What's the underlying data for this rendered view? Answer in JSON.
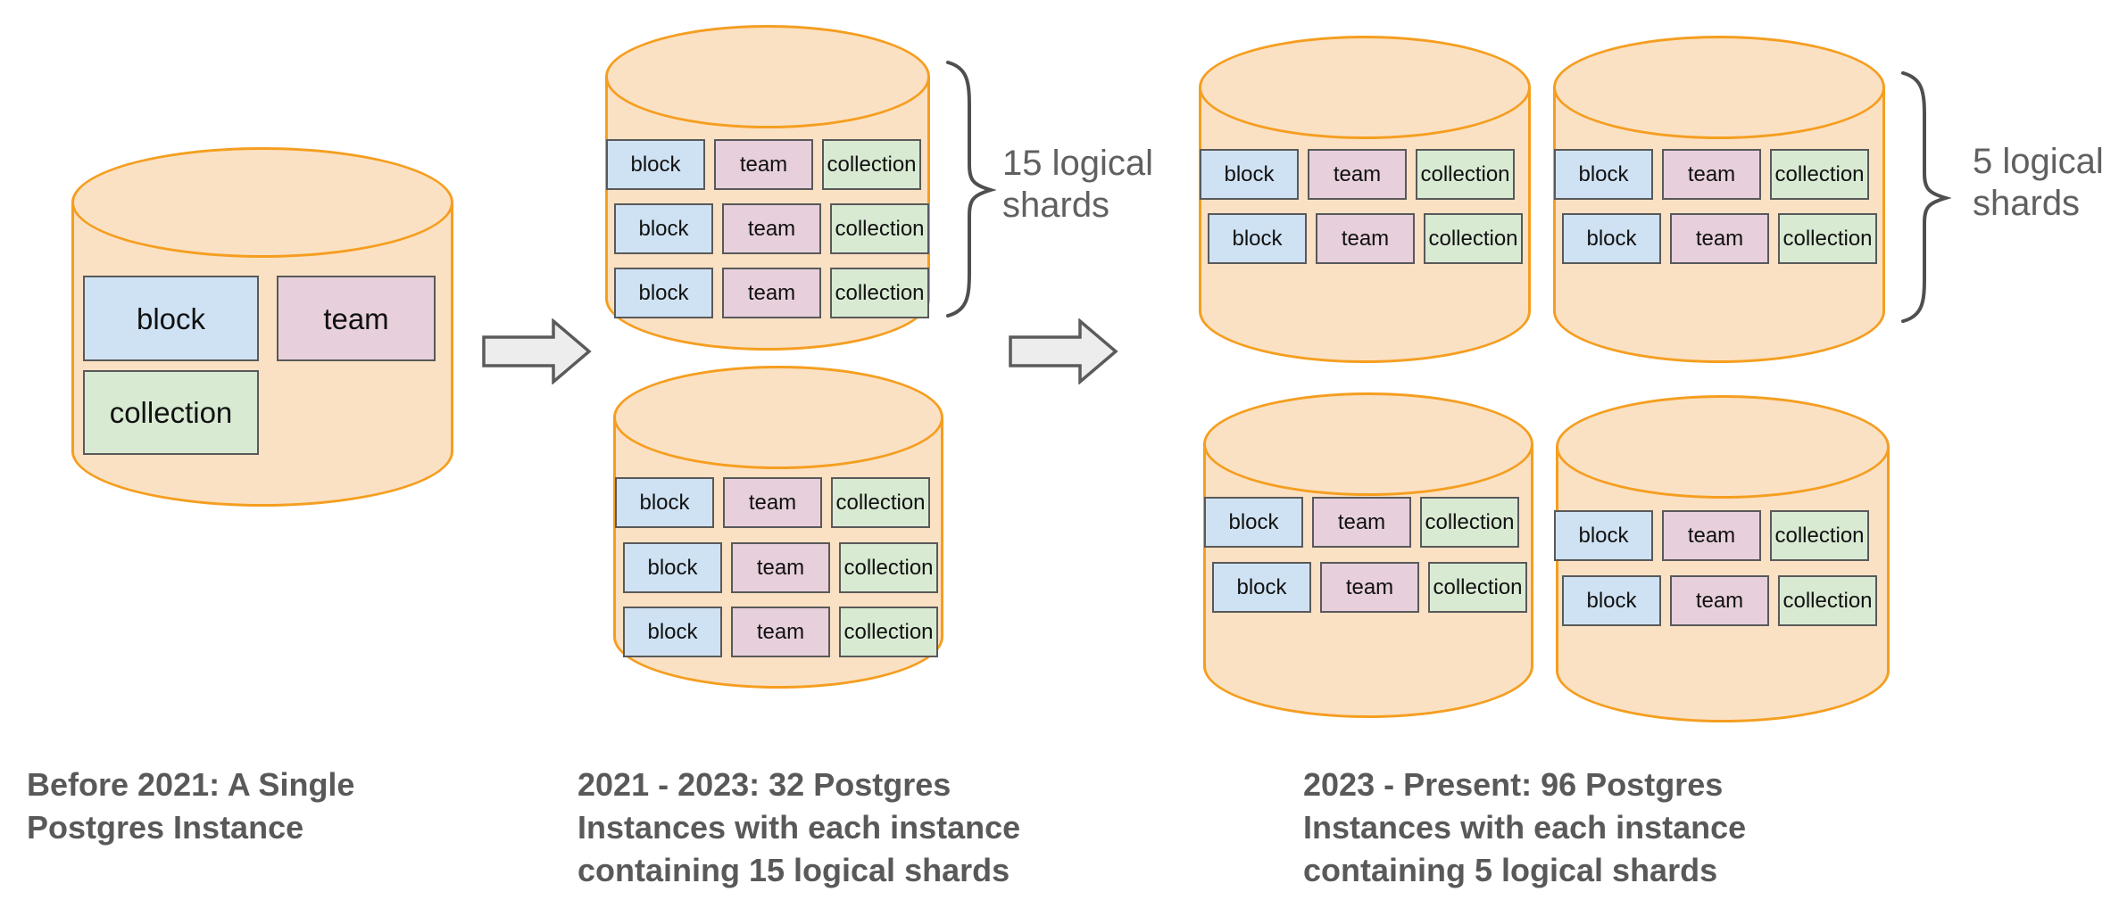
{
  "colors": {
    "cylinder_fill": "#FBE1C3",
    "cylinder_stroke": "#F59E20",
    "block_fill": "#CFE2F3",
    "team_fill": "#E7CFDC",
    "collection_fill": "#D9EAD3",
    "box_border": "#595959",
    "box_text": "#111111",
    "arrow_fill": "#EDEDED",
    "arrow_border": "#5B5B5B",
    "brace_color": "#4F4F4F",
    "caption_text": "#595959",
    "annotation_text": "#606060"
  },
  "tables": [
    "block",
    "team",
    "collection"
  ],
  "stages": [
    {
      "id": "before-2021",
      "instances_shown": 1,
      "shard_rows_per_instance": 1
    },
    {
      "id": "2021-2023",
      "instances_shown": 2,
      "shard_rows_per_instance": 3
    },
    {
      "id": "2023-present",
      "instances_shown": 4,
      "shard_rows_per_instance": 2
    }
  ],
  "annotations": {
    "shards_15": {
      "lines": [
        "15 logical",
        "shards"
      ]
    },
    "shards_5": {
      "lines": [
        "5 logical",
        "shards"
      ]
    }
  },
  "captions": {
    "left": {
      "lines": [
        "Before 2021: A Single",
        "Postgres Instance"
      ]
    },
    "middle": {
      "lines": [
        "2021 - 2023: 32 Postgres",
        "Instances with each instance",
        "containing 15 logical shards"
      ]
    },
    "right": {
      "lines": [
        "2023 - Present: 96 Postgres",
        "Instances with each instance",
        "containing 5 logical shards"
      ]
    }
  }
}
